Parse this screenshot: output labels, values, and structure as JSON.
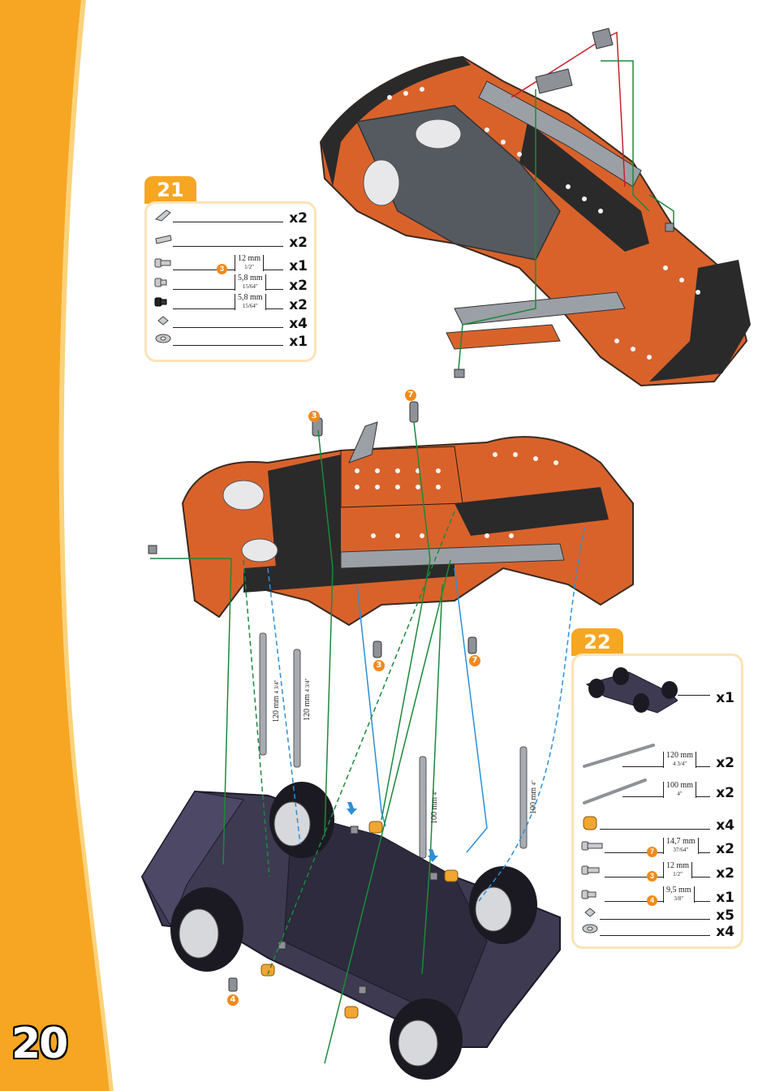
{
  "page": {
    "number": "20"
  },
  "step21": {
    "title": "21",
    "parts": [
      {
        "icon": "angle-bracket-icon",
        "qty": "x2"
      },
      {
        "icon": "double-bracket-icon",
        "qty": "x2"
      },
      {
        "icon": "long-screw-icon",
        "badge": "3",
        "size": "12 mm",
        "size_sub": "1/2\"",
        "qty": "x1"
      },
      {
        "icon": "short-screw-icon",
        "size": "5,8 mm",
        "size_sub": "15/64\"",
        "qty": "x2"
      },
      {
        "icon": "black-screw-icon",
        "size": "5,8 mm",
        "size_sub": "15/64\"",
        "qty": "x2"
      },
      {
        "icon": "square-nut-icon",
        "qty": "x4"
      },
      {
        "icon": "washer-icon",
        "qty": "x1"
      }
    ]
  },
  "step22": {
    "title": "22",
    "parts": [
      {
        "icon": "chassis-icon",
        "qty": "x1"
      },
      {
        "icon": "rod-icon",
        "size": "120 mm",
        "size_sub": "4 3/4\"",
        "qty": "x2"
      },
      {
        "icon": "rod-icon",
        "size": "100 mm",
        "size_sub": "4\"",
        "qty": "x2"
      },
      {
        "icon": "spacer-icon",
        "qty": "x4"
      },
      {
        "icon": "long-screw-icon",
        "badge": "7",
        "size": "14,7 mm",
        "size_sub": "37/64\"",
        "qty": "x2"
      },
      {
        "icon": "long-screw-icon",
        "badge": "3",
        "size": "12 mm",
        "size_sub": "1/2\"",
        "qty": "x2"
      },
      {
        "icon": "short-screw-icon",
        "badge": "4",
        "size": "9,5 mm",
        "size_sub": "3/8\"",
        "qty": "x1"
      },
      {
        "icon": "square-nut-icon",
        "qty": "x5"
      },
      {
        "icon": "washer-icon",
        "qty": "x4"
      }
    ]
  },
  "callouts": {
    "c7_top": "7",
    "c3_top": "3",
    "c3_bottom": "3",
    "c7_bottom": "7",
    "c4_bottom": "4"
  },
  "rods": {
    "r1": {
      "len": "120 mm",
      "sub": "4 3/4\""
    },
    "r2": {
      "len": "120 mm",
      "sub": "4 3/4\""
    },
    "r3": {
      "len": "100 mm",
      "sub": "4\""
    },
    "r4": {
      "len": "100 mm",
      "sub": "4\""
    }
  },
  "colors": {
    "band": "#f6a623",
    "band_light": "#fbd27a",
    "orange_part": "#d9622b",
    "chassis": "#3d3a52",
    "guide_green": "#1a8a3a",
    "guide_blue": "#2d8fd6",
    "guide_red": "#c8202a"
  }
}
